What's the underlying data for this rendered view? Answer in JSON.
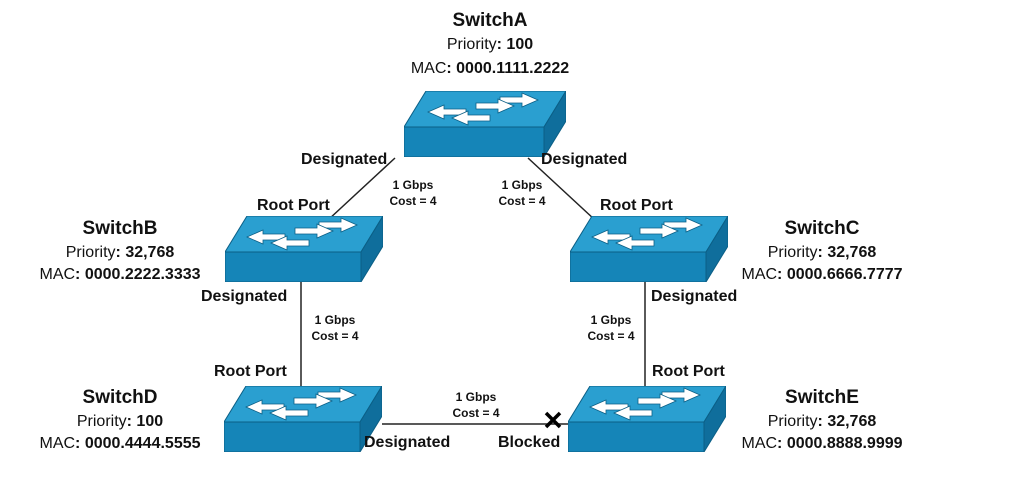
{
  "switches": {
    "a": {
      "name": "SwitchA",
      "priority_label": "Priority",
      "priority": "100",
      "mac_label": "MAC",
      "mac": "0000.1111.2222"
    },
    "b": {
      "name": "SwitchB",
      "priority_label": "Priority",
      "priority": "32,768",
      "mac_label": "MAC",
      "mac": "0000.2222.3333"
    },
    "c": {
      "name": "SwitchC",
      "priority_label": "Priority",
      "priority": "32,768",
      "mac_label": "MAC",
      "mac": "0000.6666.7777"
    },
    "d": {
      "name": "SwitchD",
      "priority_label": "Priority",
      "priority": "100",
      "mac_label": "MAC",
      "mac": "0000.4444.5555"
    },
    "e": {
      "name": "SwitchE",
      "priority_label": "Priority",
      "priority": "32,768",
      "mac_label": "MAC",
      "mac": "0000.8888.9999"
    }
  },
  "links": {
    "ab": {
      "speed": "1 Gbps",
      "cost": "Cost = 4"
    },
    "ac": {
      "speed": "1 Gbps",
      "cost": "Cost = 4"
    },
    "bd": {
      "speed": "1 Gbps",
      "cost": "Cost = 4"
    },
    "ce": {
      "speed": "1 Gbps",
      "cost": "Cost = 4"
    },
    "de": {
      "speed": "1 Gbps",
      "cost": "Cost = 4"
    }
  },
  "ports": {
    "a_left": "Designated",
    "a_right": "Designated",
    "b_top": "Root Port",
    "b_bottom": "Designated",
    "c_top": "Root Port",
    "c_bottom": "Designated",
    "d_top": "Root Port",
    "d_right": "Designated",
    "e_top": "Root Port",
    "e_left": "Blocked"
  },
  "colors": {
    "switch_top": "#2a9fd0",
    "switch_front": "#1585b8",
    "switch_side": "#0f6e9c",
    "arrow": "#ffffff",
    "link": "#222222"
  }
}
